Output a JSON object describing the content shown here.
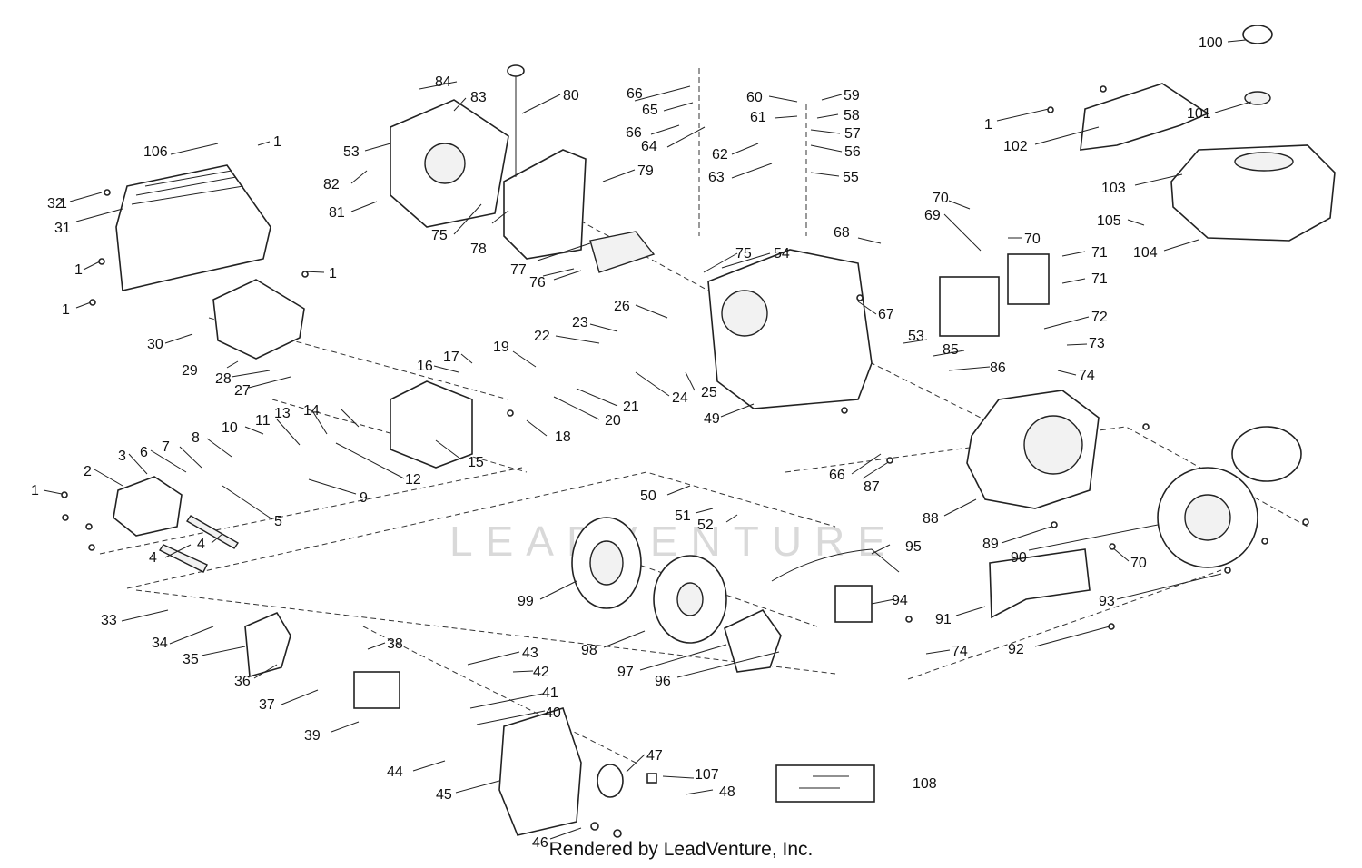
{
  "watermark": "LEADVENTURE",
  "footer": "Rendered by LeadVenture, Inc.",
  "callouts": [
    "100",
    "101",
    "102",
    "103",
    "104",
    "105",
    "106",
    "107",
    "108",
    "1",
    "2",
    "3",
    "4",
    "5",
    "6",
    "7",
    "8",
    "9",
    "10",
    "11",
    "12",
    "13",
    "14",
    "15",
    "16",
    "17",
    "18",
    "19",
    "20",
    "21",
    "22",
    "23",
    "24",
    "25",
    "26",
    "27",
    "28",
    "29",
    "30",
    "31",
    "32",
    "33",
    "34",
    "35",
    "36",
    "37",
    "38",
    "39",
    "40",
    "41",
    "42",
    "43",
    "44",
    "45",
    "46",
    "47",
    "48",
    "49",
    "50",
    "51",
    "52",
    "53",
    "54",
    "55",
    "56",
    "57",
    "58",
    "59",
    "60",
    "61",
    "62",
    "63",
    "64",
    "65",
    "66",
    "67",
    "68",
    "69",
    "70",
    "71",
    "72",
    "73",
    "74",
    "75",
    "76",
    "77",
    "78",
    "79",
    "80",
    "81",
    "82",
    "83",
    "84",
    "85",
    "86",
    "87",
    "88",
    "89",
    "90",
    "91",
    "92",
    "93",
    "94",
    "95",
    "96",
    "97",
    "98",
    "99"
  ]
}
